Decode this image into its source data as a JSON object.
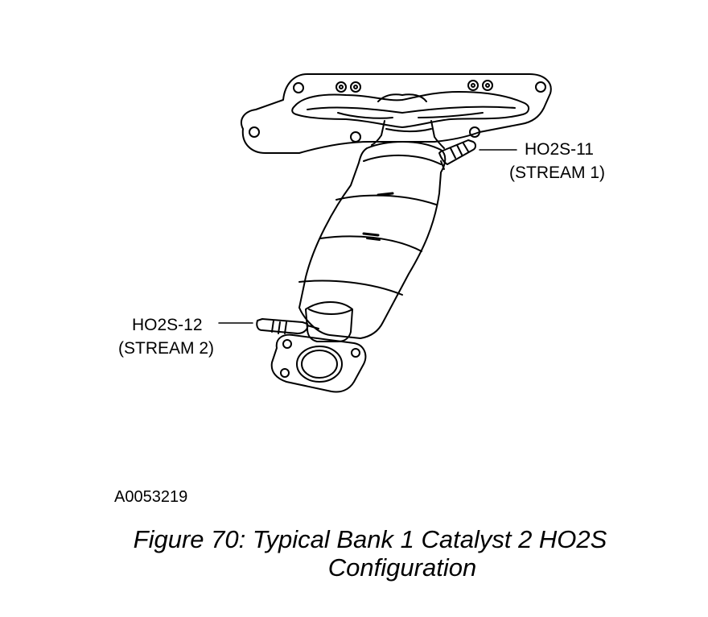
{
  "labels": {
    "upstream_sensor": "HO2S-11",
    "upstream_stream": "(STREAM 1)",
    "downstream_sensor": "HO2S-12",
    "downstream_stream": "(STREAM 2)"
  },
  "art_id": "A0053219",
  "caption": {
    "line1": "Figure 70: Typical Bank 1 Catalyst 2 HO2S",
    "line2": "Configuration"
  },
  "colors": {
    "ink": "#000000",
    "paper": "#ffffff"
  }
}
